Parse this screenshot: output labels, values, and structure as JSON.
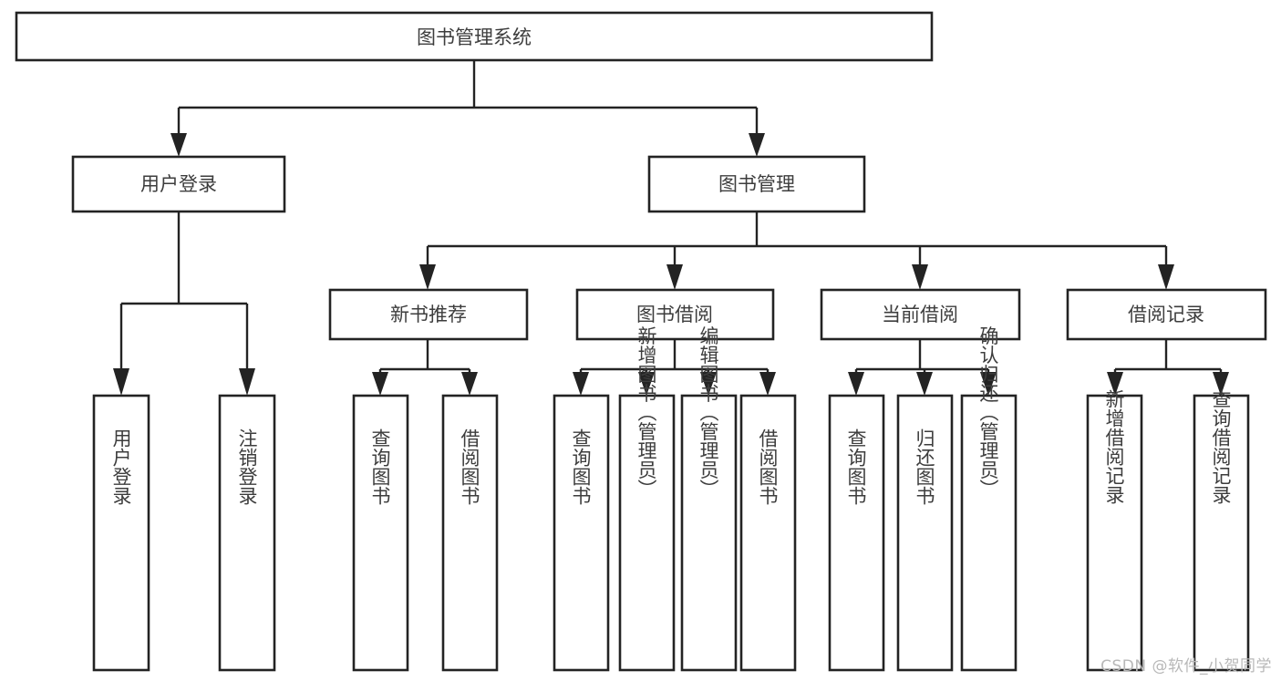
{
  "diagram": {
    "title": "图书管理系统",
    "watermark": "CSDN @软件_小贺同学",
    "accent_color": "#232323",
    "text_color": "#3d3d3d",
    "background_color": "#ffffff",
    "root": {
      "label": "图书管理系统"
    },
    "level2": [
      {
        "label": "用户登录"
      },
      {
        "label": "图书管理"
      }
    ],
    "level3": [
      {
        "label": "新书推荐"
      },
      {
        "label": "图书借阅"
      },
      {
        "label": "当前借阅"
      },
      {
        "label": "借阅记录"
      }
    ],
    "leaves": {
      "user_login": [
        {
          "label": "用户登录"
        },
        {
          "label": "注销登录"
        }
      ],
      "new_book_recommend": [
        {
          "label": "查询图书"
        },
        {
          "label": "借阅图书"
        }
      ],
      "book_borrow": [
        {
          "label": "查询图书"
        },
        {
          "label": "新增图书（管理员）"
        },
        {
          "label": "编辑图书（管理员）"
        },
        {
          "label": "借阅图书"
        }
      ],
      "current_borrow": [
        {
          "label": "查询图书"
        },
        {
          "label": "归还图书"
        },
        {
          "label": "确认归还（管理员）"
        }
      ],
      "borrow_record": [
        {
          "label": "新增借阅记录"
        },
        {
          "label": "查询借阅记录"
        }
      ]
    }
  }
}
